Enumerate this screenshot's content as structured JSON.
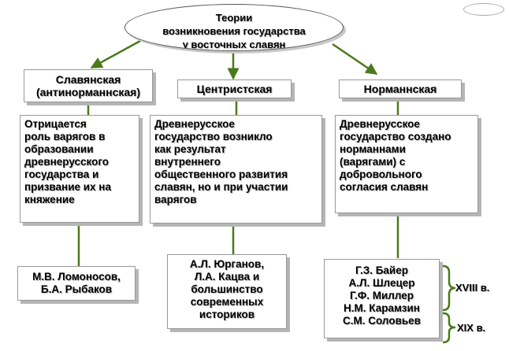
{
  "root": {
    "lines": [
      "Теории",
      "возникновения государства",
      "у восточных славян"
    ]
  },
  "theories": [
    {
      "title_lines": [
        "Славянская",
        "(антинорманнская)"
      ],
      "description_lines": [
        "Отрицается",
        "роль варягов в",
        "образовании",
        "древнерусского",
        "государства и",
        "призвание их на",
        "княжение"
      ],
      "author_lines": [
        "М.В. Ломоносов,",
        "Б.А. Рыбаков"
      ]
    },
    {
      "title_lines": [
        "Центристская"
      ],
      "description_lines": [
        "Древнерусское",
        "государство возникло",
        "как результат",
        "внутреннего",
        "общественного развития",
        "славян, но и при участии",
        "варягов"
      ],
      "author_lines": [
        "А.Л. Юрганов,",
        "Л.А. Кацва и",
        "большинство",
        "современных",
        "историков"
      ]
    },
    {
      "title_lines": [
        "Норманнская"
      ],
      "description_lines": [
        "Древнерусское",
        "государство создано",
        "норманнами",
        "(варягами) с",
        "добровольного",
        "согласия славян"
      ],
      "author_lines": [
        "Г.З. Байер",
        "А.Л. Шлецер",
        "Г.Ф. Миллер",
        "Н.М. Карамзин",
        "С.М. Соловьев"
      ]
    }
  ],
  "century_labels": [
    "XVIII в.",
    "XIX в."
  ],
  "colors": {
    "connector": "#4a7a1c",
    "box_border": "#999999",
    "shadow": "#b5b5b5"
  }
}
